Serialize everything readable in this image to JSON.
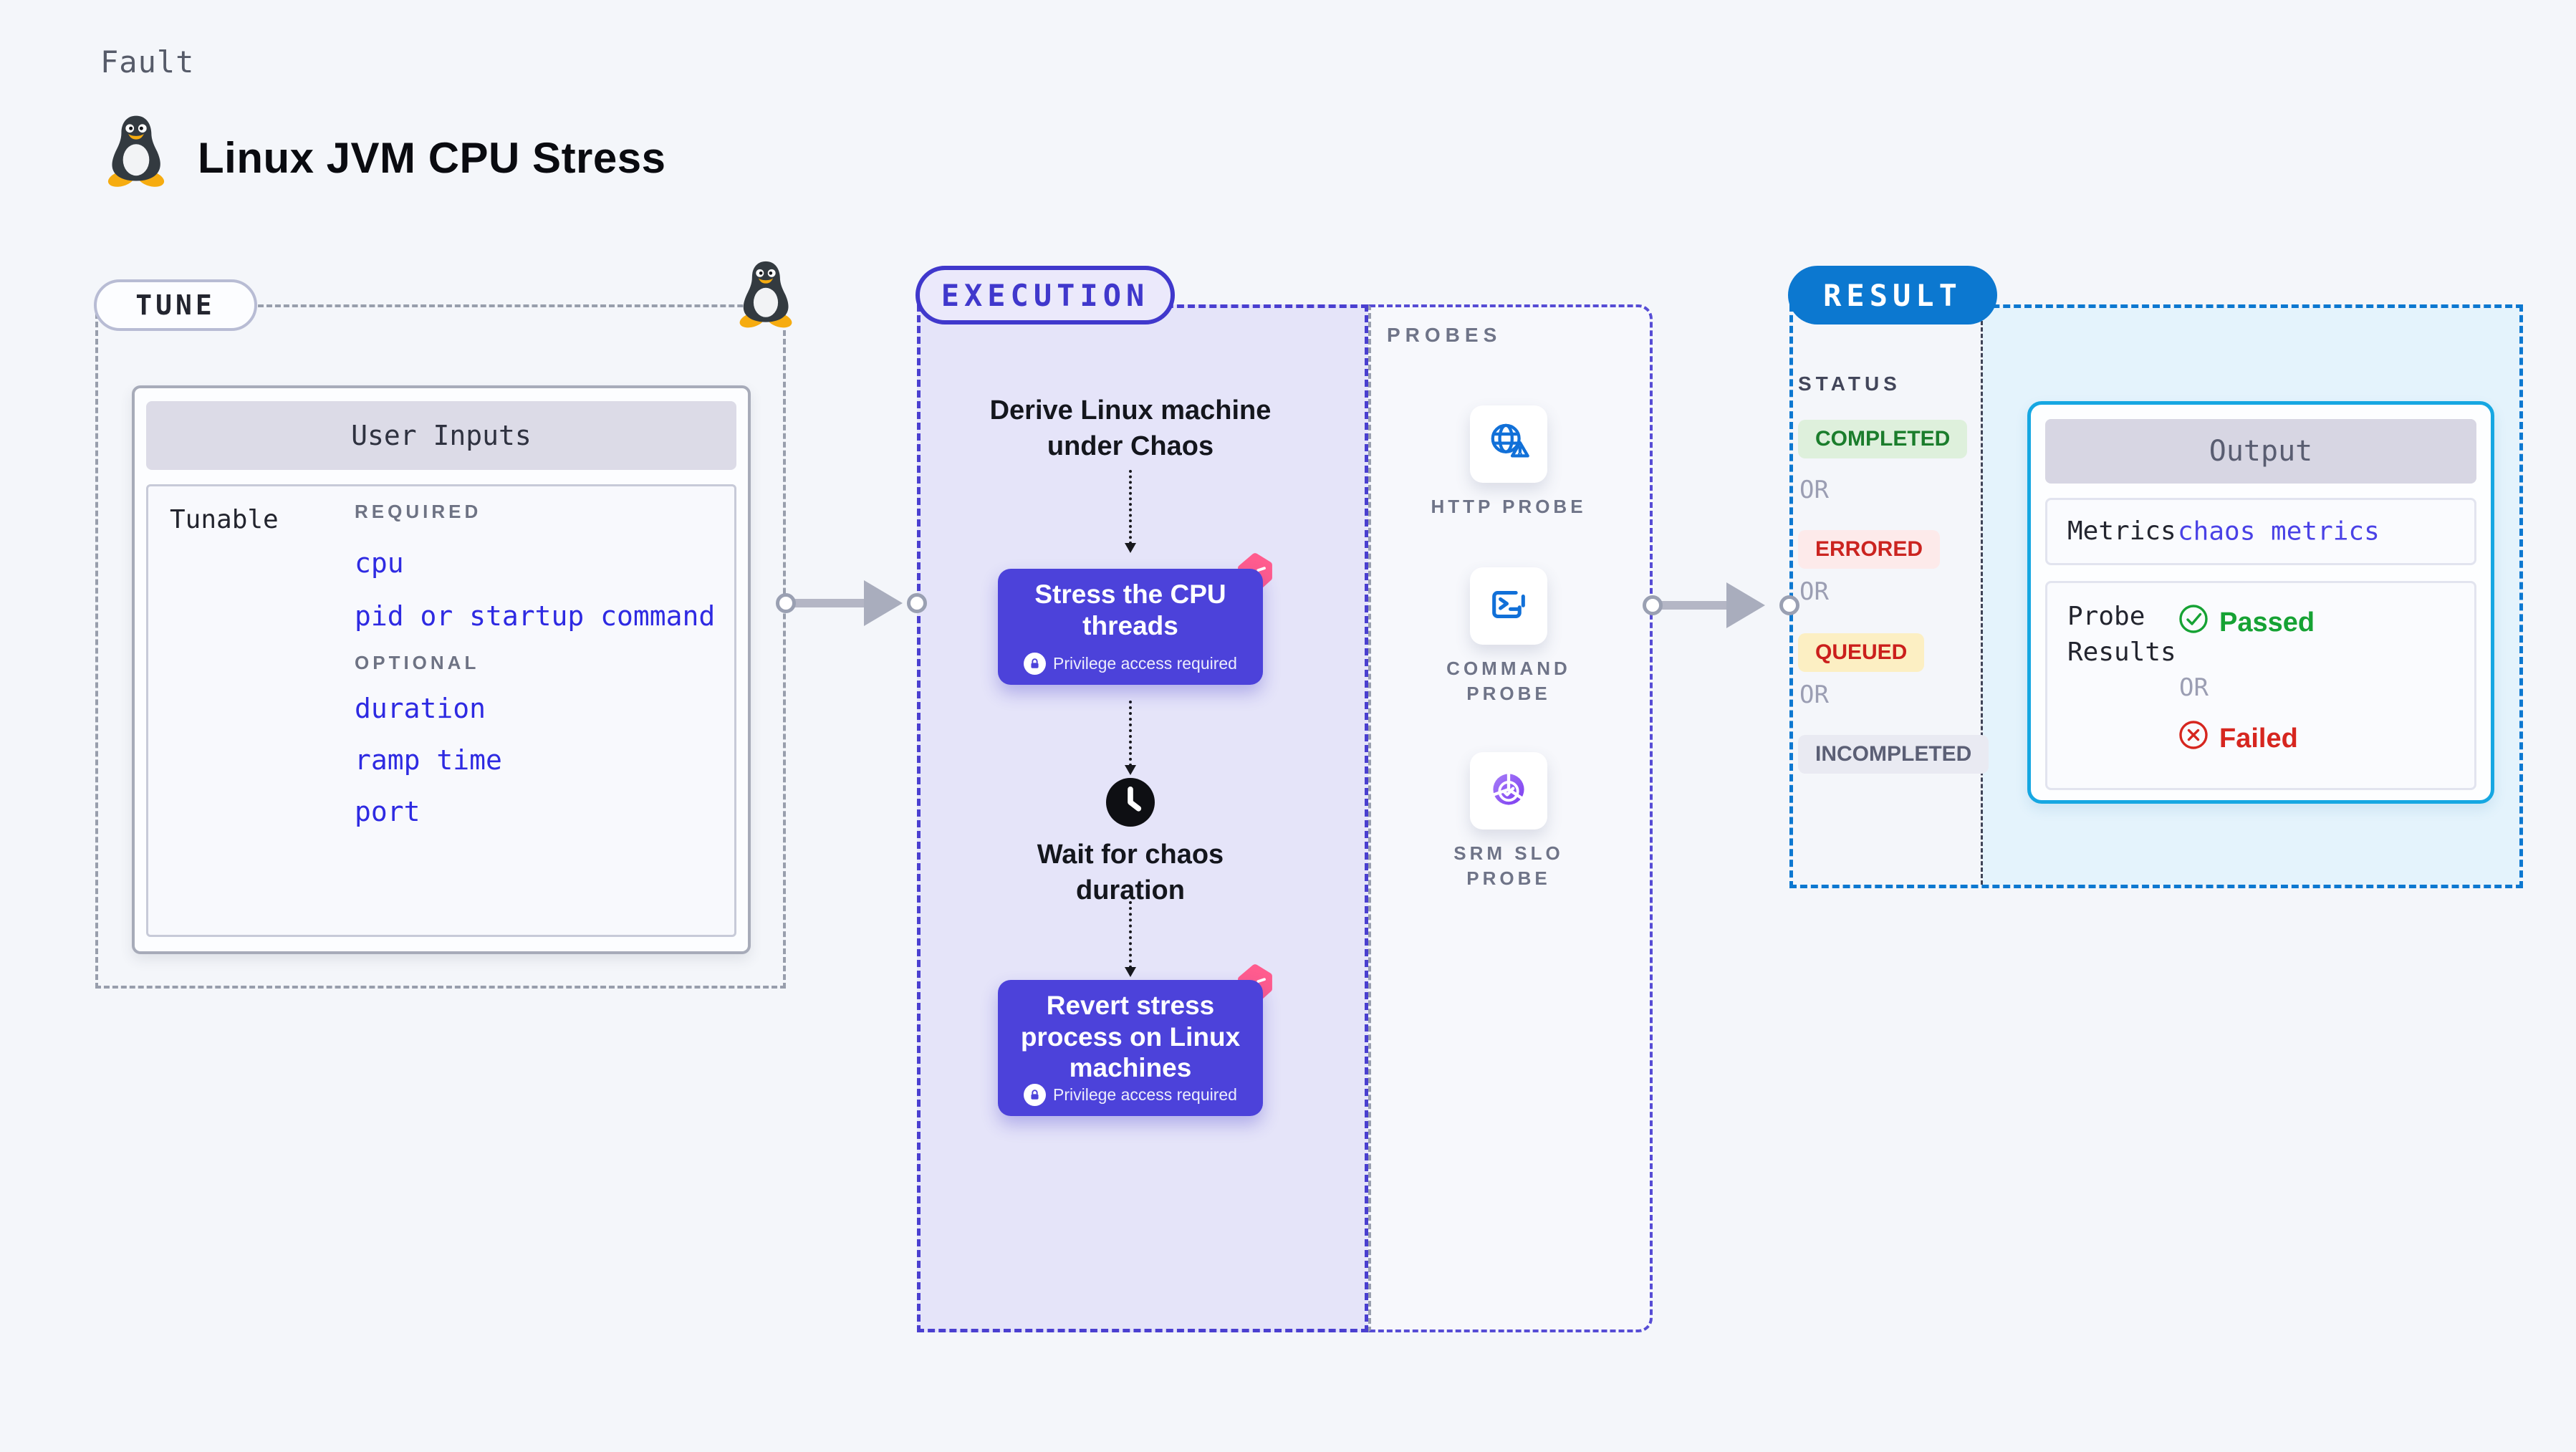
{
  "colors": {
    "page_bg": "#f4f6fa",
    "indigo_border": "#4a3fd0",
    "execution_bg": "#e5e4f9",
    "chaos_card_bg": "#4c42da",
    "chaos_logo_pink": "#ff5c8e",
    "probe_icon_blue": "#1170d8",
    "srm_purple": "#7c3bf0",
    "result_blue": "#0c78d0",
    "output_border_cyan": "#16a7e2",
    "output_area_bg": "#e4f3fc",
    "param_link_blue": "#2e2ae2",
    "passed_green": "#16a234",
    "failed_red": "#d6261f",
    "completed_green": "#1b7d2c",
    "queued_yellow_bg": "#fcefc3",
    "gray_dash": "#989eac"
  },
  "header": {
    "fault_label": "Fault",
    "title": "Linux JVM CPU Stress"
  },
  "tune": {
    "badge": "TUNE",
    "card_title": "User Inputs",
    "row_label": "Tunable",
    "required_label": "REQUIRED",
    "required_items": [
      "cpu",
      "pid or startup command"
    ],
    "optional_label": "OPTIONAL",
    "optional_items": [
      "duration",
      "ramp time",
      "port"
    ]
  },
  "execution": {
    "badge": "EXECUTION",
    "step1": "Derive Linux machine under Chaos",
    "step2": "Stress the CPU threads",
    "step2_note": "Privilege access required",
    "step3": "Wait for chaos duration",
    "step4": "Revert stress process on Linux machines",
    "step4_note": "Privilege access required"
  },
  "probes": {
    "label": "PROBES",
    "items": [
      {
        "name": "HTTP PROBE",
        "icon": "globe-alert-icon"
      },
      {
        "name": "COMMAND PROBE",
        "icon": "terminal-icon"
      },
      {
        "name": "SRM SLO PROBE",
        "icon": "donut-check-icon"
      }
    ]
  },
  "result": {
    "badge": "RESULT",
    "status_label": "STATUS",
    "or_label": "OR",
    "statuses": [
      {
        "label": "COMPLETED",
        "type": "completed"
      },
      {
        "label": "ERRORED",
        "type": "errored"
      },
      {
        "label": "QUEUED",
        "type": "queued"
      },
      {
        "label": "INCOMPLETED",
        "type": "incompleted"
      }
    ],
    "output": {
      "title": "Output",
      "metrics_label": "Metrics",
      "metrics_value": "chaos metrics",
      "probe_results_label": "Probe Results",
      "passed_label": "Passed",
      "or_label": "OR",
      "failed_label": "Failed"
    }
  }
}
